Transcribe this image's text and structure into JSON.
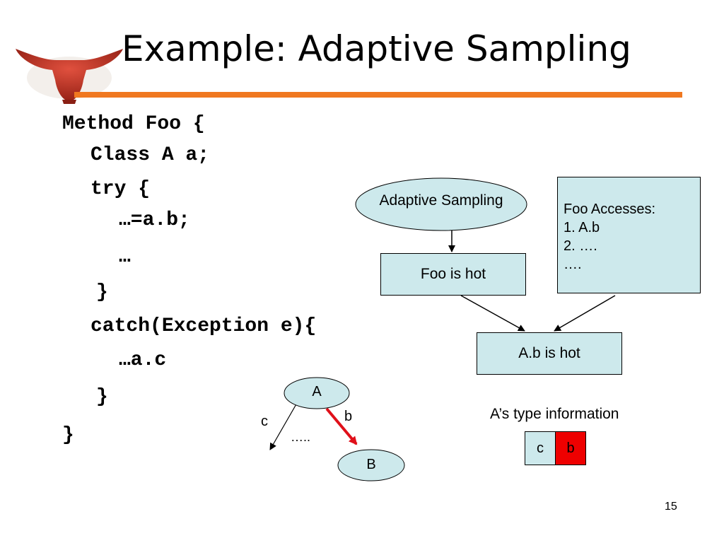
{
  "slide": {
    "title": "Example: Adaptive Sampling",
    "page_number": "15",
    "accent_color": "#f07820"
  },
  "code": {
    "lines": [
      "Method Foo {",
      "Class A a;",
      "try {",
      "…=a.b;",
      "…",
      "}",
      "catch(Exception e){",
      "…a.c",
      "}",
      "}"
    ]
  },
  "flow": {
    "ellipse_label": "Adaptive Sampling",
    "foo_hot": "Foo is hot",
    "ab_hot": "A.b is hot",
    "accesses": {
      "header": "Foo Accesses:",
      "items": [
        "1. A.b",
        "2. ….",
        "…."
      ]
    },
    "box_color": "#cde9ec"
  },
  "tree": {
    "node_a": "A",
    "node_b": "B",
    "edge_c": "c",
    "edge_b": "b",
    "ellipsis": "…..",
    "hot_edge_color": "#e0101a"
  },
  "type_info": {
    "label": "A’s type information",
    "cells": [
      "c",
      "b"
    ],
    "hot_color": "#ee0000"
  },
  "logo": {
    "name": "longhorn-logo",
    "color": "#c0392b"
  }
}
